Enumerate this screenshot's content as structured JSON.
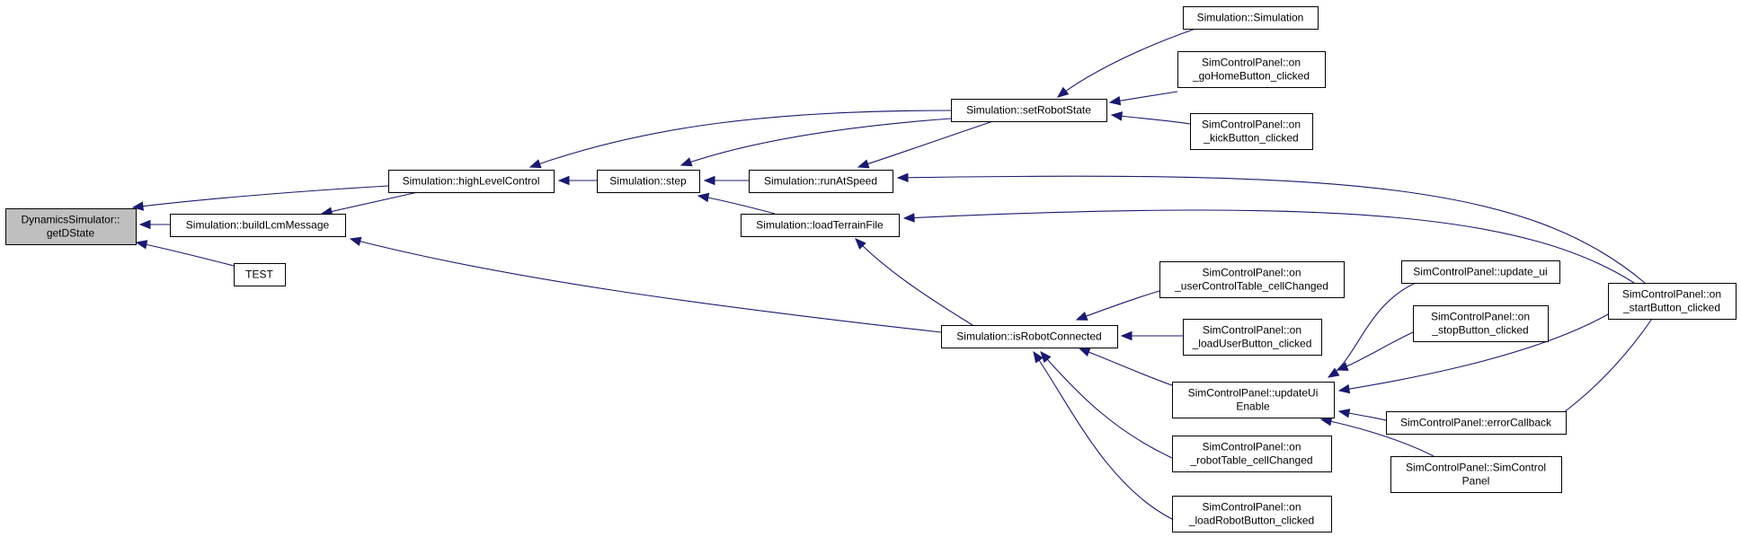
{
  "colors": {
    "edge": "#191970",
    "node_fill": "#ffffff",
    "root_fill": "#bfbfbf",
    "border": "#000000"
  },
  "nodes": [
    {
      "id": "getDState",
      "lines": [
        "DynamicsSimulator::",
        "getDState"
      ],
      "root": true
    },
    {
      "id": "highLevelControl",
      "lines": [
        "Simulation::highLevelControl"
      ]
    },
    {
      "id": "buildLcmMessage",
      "lines": [
        "Simulation::buildLcmMessage"
      ]
    },
    {
      "id": "TEST",
      "lines": [
        "TEST"
      ]
    },
    {
      "id": "step",
      "lines": [
        "Simulation::step"
      ]
    },
    {
      "id": "setRobotState",
      "lines": [
        "Simulation::setRobotState"
      ]
    },
    {
      "id": "runAtSpeed",
      "lines": [
        "Simulation::runAtSpeed"
      ]
    },
    {
      "id": "loadTerrainFile",
      "lines": [
        "Simulation::loadTerrainFile"
      ]
    },
    {
      "id": "isRobotConnected",
      "lines": [
        "Simulation::isRobotConnected"
      ]
    },
    {
      "id": "Simulation",
      "lines": [
        "Simulation::Simulation"
      ]
    },
    {
      "id": "goHome",
      "lines": [
        "SimControlPanel::on",
        "_goHomeButton_clicked"
      ]
    },
    {
      "id": "kick",
      "lines": [
        "SimControlPanel::on",
        "_kickButton_clicked"
      ]
    },
    {
      "id": "userControlTable",
      "lines": [
        "SimControlPanel::on",
        "_userControlTable_cellChanged"
      ]
    },
    {
      "id": "loadUser",
      "lines": [
        "SimControlPanel::on",
        "_loadUserButton_clicked"
      ]
    },
    {
      "id": "updateUiEnable",
      "lines": [
        "SimControlPanel::updateUi",
        "Enable"
      ]
    },
    {
      "id": "robotTable",
      "lines": [
        "SimControlPanel::on",
        "_robotTable_cellChanged"
      ]
    },
    {
      "id": "loadRobot",
      "lines": [
        "SimControlPanel::on",
        "_loadRobotButton_clicked"
      ]
    },
    {
      "id": "update_ui",
      "lines": [
        "SimControlPanel::update_ui"
      ]
    },
    {
      "id": "stopButton",
      "lines": [
        "SimControlPanel::on",
        "_stopButton_clicked"
      ]
    },
    {
      "id": "errorCallback",
      "lines": [
        "SimControlPanel::errorCallback"
      ]
    },
    {
      "id": "SimControlPanel",
      "lines": [
        "SimControlPanel::SimControl",
        "Panel"
      ]
    },
    {
      "id": "startButton",
      "lines": [
        "SimControlPanel::on",
        "_startButton_clicked"
      ]
    }
  ],
  "edges": [
    {
      "caller": "highLevelControl",
      "callee": "getDState"
    },
    {
      "caller": "buildLcmMessage",
      "callee": "getDState"
    },
    {
      "caller": "TEST",
      "callee": "getDState"
    },
    {
      "caller": "step",
      "callee": "highLevelControl"
    },
    {
      "caller": "setRobotState",
      "callee": "highLevelControl"
    },
    {
      "caller": "highLevelControl",
      "callee": "buildLcmMessage"
    },
    {
      "caller": "isRobotConnected",
      "callee": "buildLcmMessage"
    },
    {
      "caller": "setRobotState",
      "callee": "step"
    },
    {
      "caller": "runAtSpeed",
      "callee": "step"
    },
    {
      "caller": "loadTerrainFile",
      "callee": "step"
    },
    {
      "caller": "setRobotState",
      "callee": "runAtSpeed"
    },
    {
      "caller": "Simulation",
      "callee": "setRobotState"
    },
    {
      "caller": "goHome",
      "callee": "setRobotState"
    },
    {
      "caller": "kick",
      "callee": "setRobotState"
    },
    {
      "caller": "startButton",
      "callee": "runAtSpeed"
    },
    {
      "caller": "startButton",
      "callee": "loadTerrainFile"
    },
    {
      "caller": "isRobotConnected",
      "callee": "loadTerrainFile"
    },
    {
      "caller": "userControlTable",
      "callee": "isRobotConnected"
    },
    {
      "caller": "loadUser",
      "callee": "isRobotConnected"
    },
    {
      "caller": "updateUiEnable",
      "callee": "isRobotConnected"
    },
    {
      "caller": "robotTable",
      "callee": "isRobotConnected"
    },
    {
      "caller": "loadRobot",
      "callee": "isRobotConnected"
    },
    {
      "caller": "update_ui",
      "callee": "updateUiEnable"
    },
    {
      "caller": "stopButton",
      "callee": "updateUiEnable"
    },
    {
      "caller": "errorCallback",
      "callee": "updateUiEnable"
    },
    {
      "caller": "SimControlPanel",
      "callee": "updateUiEnable"
    },
    {
      "caller": "startButton",
      "callee": "updateUiEnable"
    },
    {
      "caller": "startButton",
      "callee": "errorCallback"
    }
  ]
}
